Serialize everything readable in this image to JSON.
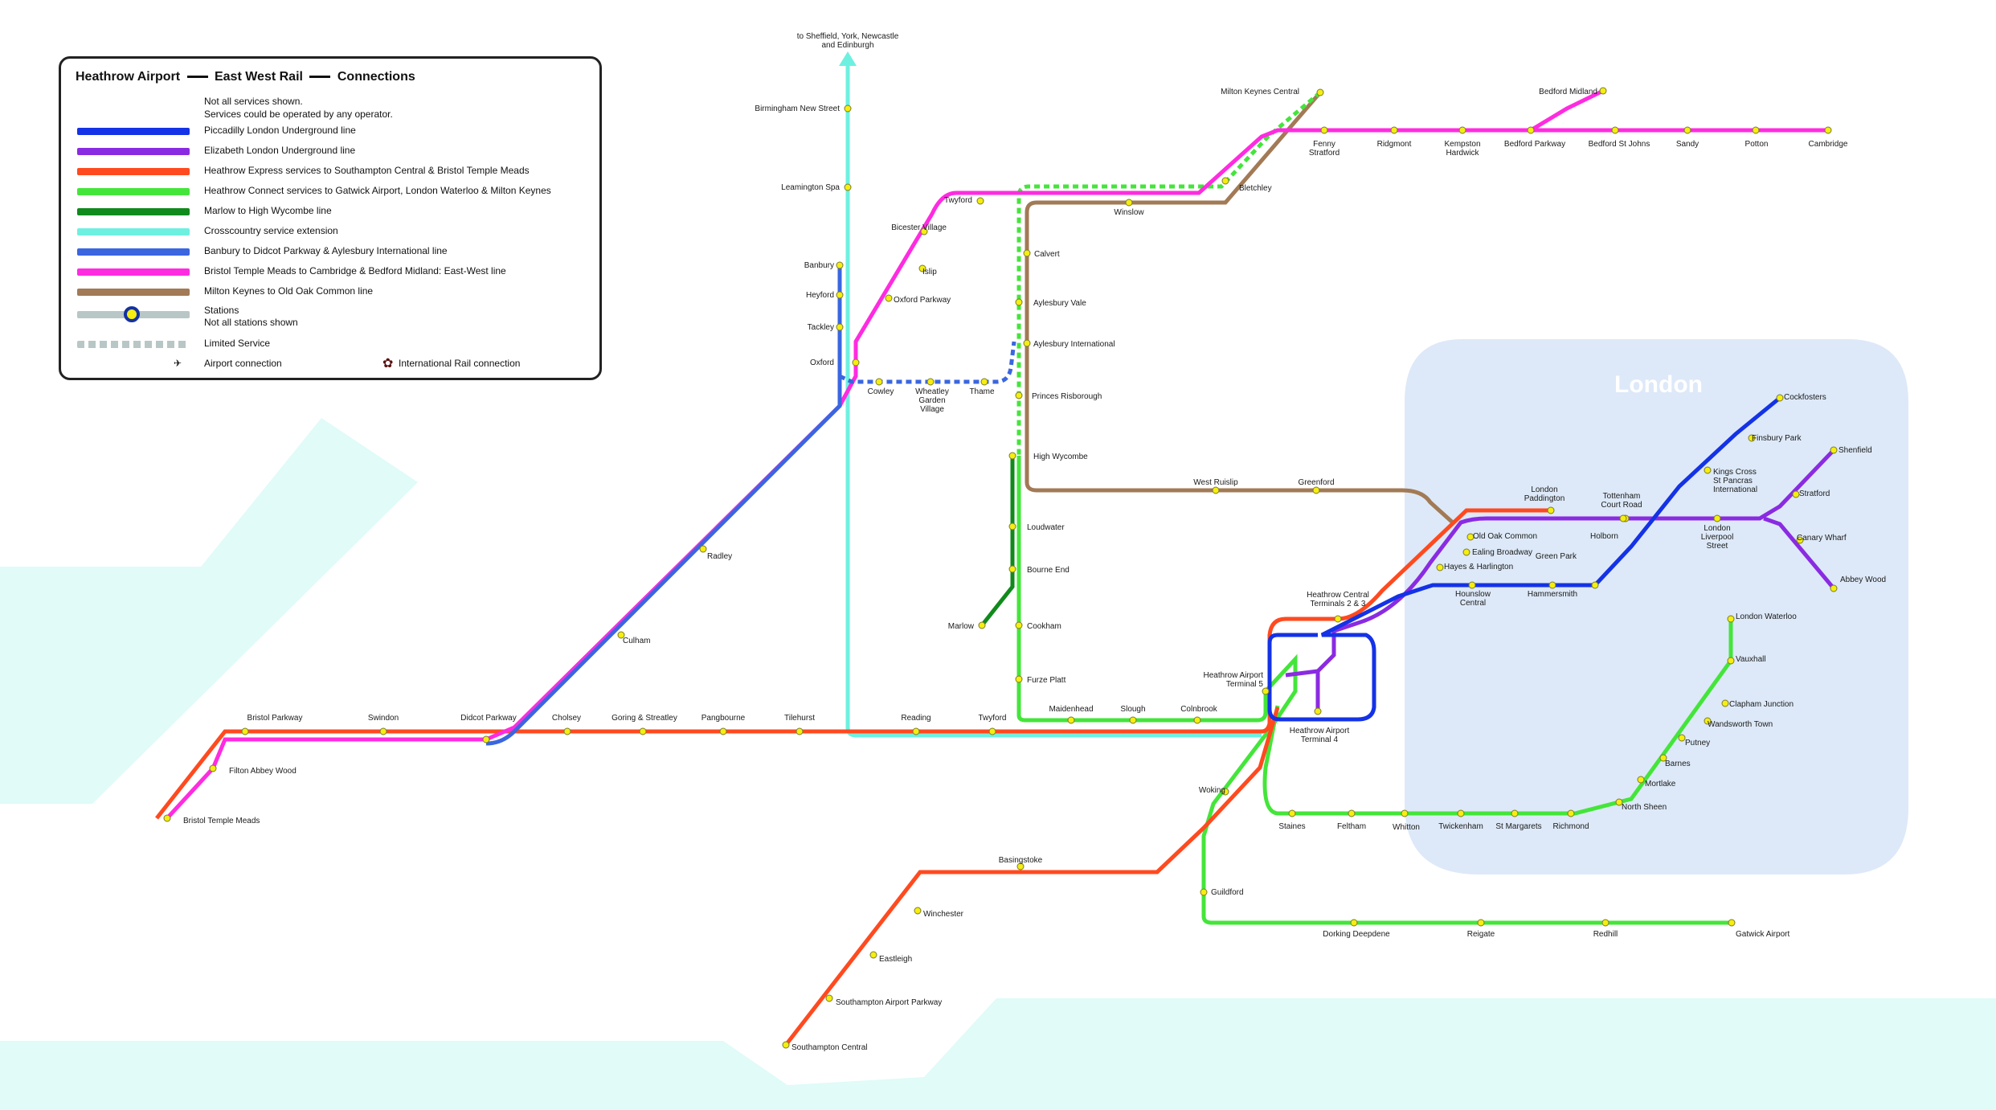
{
  "map_title": "London",
  "legend": {
    "title_parts": [
      "Heathrow Airport",
      "East West Rail",
      "Connections"
    ],
    "note_lines": [
      "Not all services shown.",
      "Services could be operated by any operator."
    ],
    "items": [
      {
        "label": "Piccadilly London Underground line",
        "color": "#1432e6"
      },
      {
        "label": "Elizabeth London Underground line",
        "color": "#8a2be2"
      },
      {
        "label": "Heathrow Express services to Southampton Central & Bristol Temple Meads",
        "color": "#ff4a1f"
      },
      {
        "label": "Heathrow Connect services to Gatwick Airport, London Waterloo & Milton Keynes",
        "color": "#44e53a"
      },
      {
        "label": "Marlow to High Wycombe line",
        "color": "#118a1c"
      },
      {
        "label": "Crosscountry service extension",
        "color": "#6ef0e0"
      },
      {
        "label": "Banbury to Didcot Parkway & Aylesbury International line",
        "color": "#3a66e0"
      },
      {
        "label": "Bristol Temple Meads to Cambridge & Bedford Midland: East-West line",
        "color": "#ff2be0"
      },
      {
        "label": "Milton Keynes to Old Oak Common line",
        "color": "#a27a55"
      }
    ],
    "stations_label": "Stations",
    "stations_note": "Not all stations shown",
    "limited_label": "Limited Service",
    "airport_label": "Airport connection",
    "intl_label": "International Rail connection"
  },
  "crosscountry_destination": [
    "to Sheffield, York, Newcastle",
    "and Edinburgh"
  ],
  "stations": [
    {
      "name": "Birmingham New Street"
    },
    {
      "name": "Leamington Spa"
    },
    {
      "name": "Banbury"
    },
    {
      "name": "Heyford"
    },
    {
      "name": "Tackley"
    },
    {
      "name": "Oxford"
    },
    {
      "name": "Cowley"
    },
    {
      "name": "Wheatley Garden Village"
    },
    {
      "name": "Thame"
    },
    {
      "name": "Twyford"
    },
    {
      "name": "Bicester Village"
    },
    {
      "name": "Islip"
    },
    {
      "name": "Oxford Parkway"
    },
    {
      "name": "Milton Keynes Central"
    },
    {
      "name": "Fenny Stratford"
    },
    {
      "name": "Ridgmont"
    },
    {
      "name": "Kempston Hardwick"
    },
    {
      "name": "Bedford Parkway"
    },
    {
      "name": "Bedford St Johns"
    },
    {
      "name": "Sandy"
    },
    {
      "name": "Potton"
    },
    {
      "name": "Cambridge"
    },
    {
      "name": "Bedford Midland"
    },
    {
      "name": "Bletchley"
    },
    {
      "name": "Winslow"
    },
    {
      "name": "Calvert"
    },
    {
      "name": "Aylesbury Vale"
    },
    {
      "name": "Aylesbury International"
    },
    {
      "name": "Princes Risborough"
    },
    {
      "name": "High Wycombe"
    },
    {
      "name": "Loudwater"
    },
    {
      "name": "Bourne End"
    },
    {
      "name": "Marlow"
    },
    {
      "name": "Cookham"
    },
    {
      "name": "Furze Platt"
    },
    {
      "name": "Maidenhead"
    },
    {
      "name": "Slough"
    },
    {
      "name": "Colnbrook"
    },
    {
      "name": "West Ruislip"
    },
    {
      "name": "Greenford"
    },
    {
      "name": "Radley"
    },
    {
      "name": "Culham"
    },
    {
      "name": "Bristol Parkway"
    },
    {
      "name": "Swindon"
    },
    {
      "name": "Didcot Parkway"
    },
    {
      "name": "Cholsey"
    },
    {
      "name": "Goring & Streatley"
    },
    {
      "name": "Pangbourne"
    },
    {
      "name": "Tilehurst"
    },
    {
      "name": "Reading"
    },
    {
      "name": "Twyford"
    },
    {
      "name": "Filton Abbey Wood"
    },
    {
      "name": "Bristol Temple Meads"
    },
    {
      "name": "Heathrow Central Terminals 2 & 3"
    },
    {
      "name": "Heathrow Airport Terminal 5"
    },
    {
      "name": "Heathrow Airport Terminal 4"
    },
    {
      "name": "Woking"
    },
    {
      "name": "Basingstoke"
    },
    {
      "name": "Winchester"
    },
    {
      "name": "Eastleigh"
    },
    {
      "name": "Southampton Airport Parkway"
    },
    {
      "name": "Southampton Central"
    },
    {
      "name": "Guildford"
    },
    {
      "name": "Dorking Deepdene"
    },
    {
      "name": "Reigate"
    },
    {
      "name": "Redhill"
    },
    {
      "name": "Gatwick Airport"
    },
    {
      "name": "Staines"
    },
    {
      "name": "Feltham"
    },
    {
      "name": "Whitton"
    },
    {
      "name": "Twickenham"
    },
    {
      "name": "St Margarets"
    },
    {
      "name": "Richmond"
    },
    {
      "name": "North Sheen"
    },
    {
      "name": "Mortlake"
    },
    {
      "name": "Barnes"
    },
    {
      "name": "Putney"
    },
    {
      "name": "Wandsworth Town"
    },
    {
      "name": "Clapham Junction"
    },
    {
      "name": "Vauxhall"
    },
    {
      "name": "London Waterloo"
    },
    {
      "name": "London Paddington"
    },
    {
      "name": "Old Oak Common"
    },
    {
      "name": "Ealing Broadway"
    },
    {
      "name": "Hayes & Harlington"
    },
    {
      "name": "Hounslow Central"
    },
    {
      "name": "Hammersmith"
    },
    {
      "name": "Green Park"
    },
    {
      "name": "Holborn"
    },
    {
      "name": "Tottenham Court Road"
    },
    {
      "name": "London Liverpool Street"
    },
    {
      "name": "Kings Cross St Pancras International"
    },
    {
      "name": "Finsbury Park"
    },
    {
      "name": "Cockfosters"
    },
    {
      "name": "Stratford"
    },
    {
      "name": "Shenfield"
    },
    {
      "name": "Canary Wharf"
    },
    {
      "name": "Abbey Wood"
    }
  ]
}
